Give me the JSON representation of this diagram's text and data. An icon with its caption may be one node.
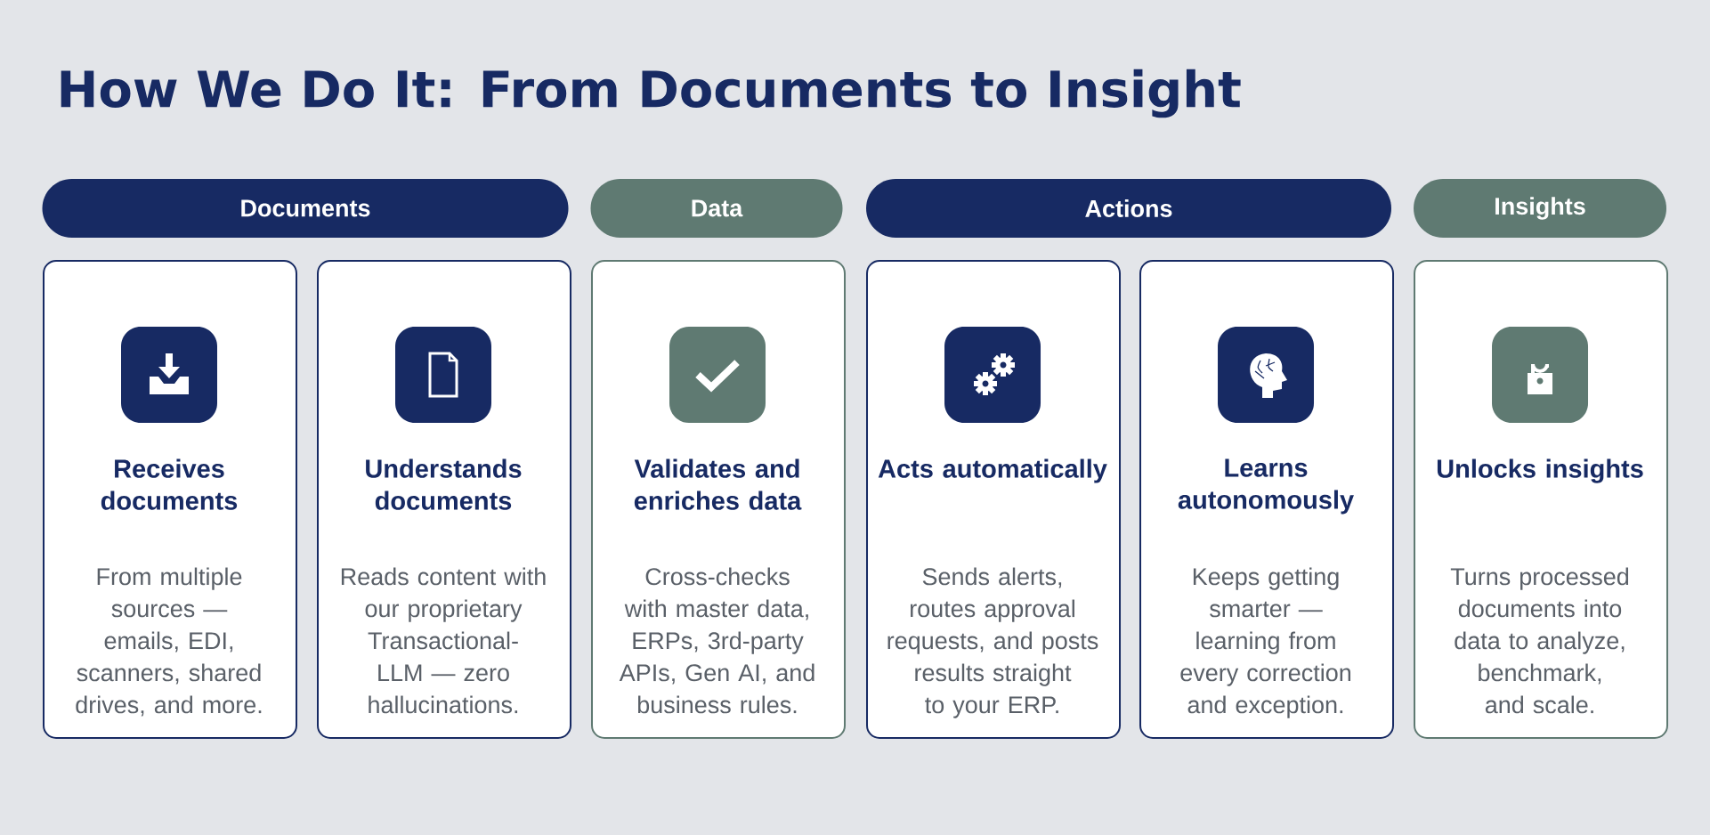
{
  "diagram": {
    "title": "How We Do It: From Documents to Insight",
    "nodes": [
      {
        "text": [
          "Documents"
        ]
      },
      {
        "text": [
          "Data"
        ]
      },
      {
        "text": [
          "Actions"
        ]
      },
      {
        "text": [
          "Insights"
        ]
      },
      {
        "text": [
          "Receives documents",
          "From multiple sources — emails, EDI, scanners, shared drives, and more."
        ]
      },
      {
        "text": [
          "Understands documents",
          "Reads content with our proprietary Transactional-LLM — zero hallucinations."
        ]
      },
      {
        "text": [
          "Validates and enriches data",
          "Cross-checks with master data, ERPs, 3rd-party APIs, Gen AI, and business rules."
        ]
      },
      {
        "text": [
          "Acts automatically",
          "Sends alerts, routes approval requests, and posts results straight to your ERP."
        ]
      },
      {
        "text": [
          "Learns autonomously",
          "Keeps getting smarter — learning from every correction and exception."
        ]
      },
      {
        "text": [
          "Unlocks insights",
          "Turns processed documents into data to analyze, benchmark, and scale."
        ]
      }
    ]
  }
}
